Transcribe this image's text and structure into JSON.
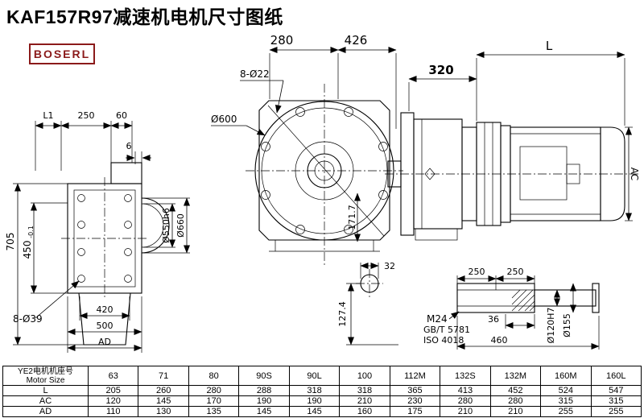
{
  "title": "KAF157R97减速机电机尺寸图纸",
  "logo": "BOSERL",
  "brand_color": "#8b1a1a",
  "dims": {
    "top_280": "280",
    "top_426": "426",
    "bolt_822": "8-Ø22",
    "dia_600": "Ø600",
    "side_320": "320",
    "side_L": "L",
    "side_AC": "AC",
    "left_L1": "L1",
    "left_250": "250",
    "left_60": "60",
    "left_6": "6",
    "left_705": "705",
    "left_450": "450",
    "left_450_tol": "-0.1",
    "dia_550": "Ø550h6",
    "dia_660": "Ø660",
    "bolt_839": "8-Ø39",
    "left_420": "420",
    "left_500": "500",
    "left_AD": "AD",
    "mid_1717": "171.7",
    "mid_32": "32",
    "mid_1274": "127.4",
    "shaft_250a": "250",
    "shaft_250b": "250",
    "shaft_M24": "M24",
    "shaft_gbt": "GB/T 5781",
    "shaft_iso": "ISO 4018",
    "shaft_36": "36",
    "shaft_460": "460",
    "dia_120": "Ø120H7",
    "dia_155": "Ø155"
  },
  "table": {
    "row_label_cn": "YE2电机机座号",
    "row_label_en": "Motor Size",
    "sizes": [
      "63",
      "71",
      "80",
      "90S",
      "90L",
      "100",
      "112M",
      "132S",
      "132M",
      "160M",
      "160L"
    ],
    "rows": [
      {
        "label": "L",
        "values": [
          "205",
          "260",
          "280",
          "288",
          "318",
          "318",
          "365",
          "413",
          "452",
          "524",
          "547"
        ]
      },
      {
        "label": "AC",
        "values": [
          "120",
          "145",
          "170",
          "190",
          "190",
          "210",
          "230",
          "280",
          "280",
          "315",
          "315"
        ]
      },
      {
        "label": "AD",
        "values": [
          "110",
          "130",
          "135",
          "145",
          "145",
          "160",
          "175",
          "210",
          "210",
          "255",
          "255"
        ]
      }
    ]
  }
}
